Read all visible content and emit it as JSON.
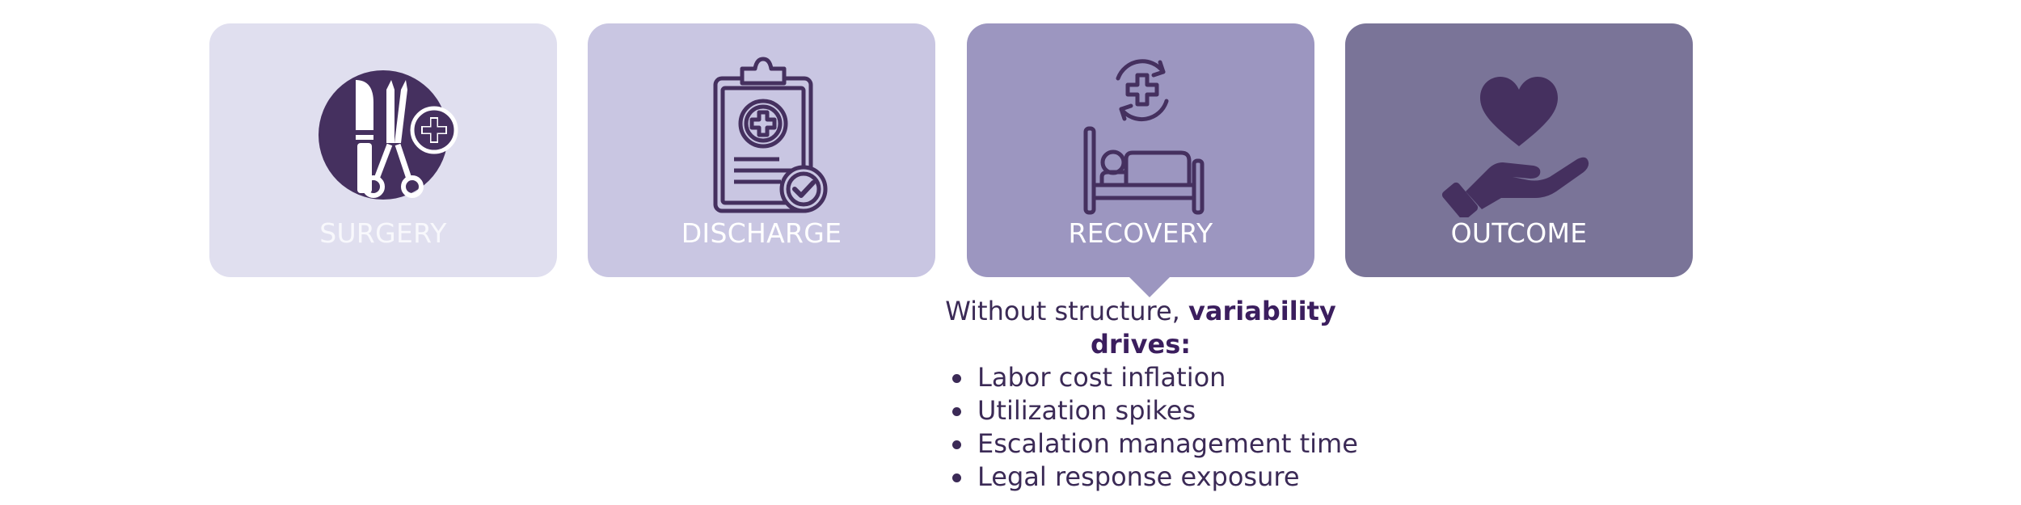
{
  "steps": [
    {
      "id": "surgery",
      "label": "SURGERY",
      "icon": "surgical-tools-icon",
      "color": "#e0dfef"
    },
    {
      "id": "discharge",
      "label": "DISCHARGE",
      "icon": "medical-clipboard-icon",
      "color": "#c9c6e2"
    },
    {
      "id": "recovery",
      "label": "RECOVERY",
      "icon": "patient-bed-icon",
      "color": "#9c96c0"
    },
    {
      "id": "outcome",
      "label": "OUTCOME",
      "icon": "heart-hand-icon",
      "color": "#7a7498"
    }
  ],
  "callout": {
    "intro": "Without structure, ",
    "emphasis": "variability drives:",
    "bullets": [
      "Labor cost inflation",
      "Utilization spikes",
      "Escalation management time",
      "Legal response exposure"
    ]
  },
  "colors": {
    "icon": "#45305f",
    "text": "#3b2a56"
  }
}
